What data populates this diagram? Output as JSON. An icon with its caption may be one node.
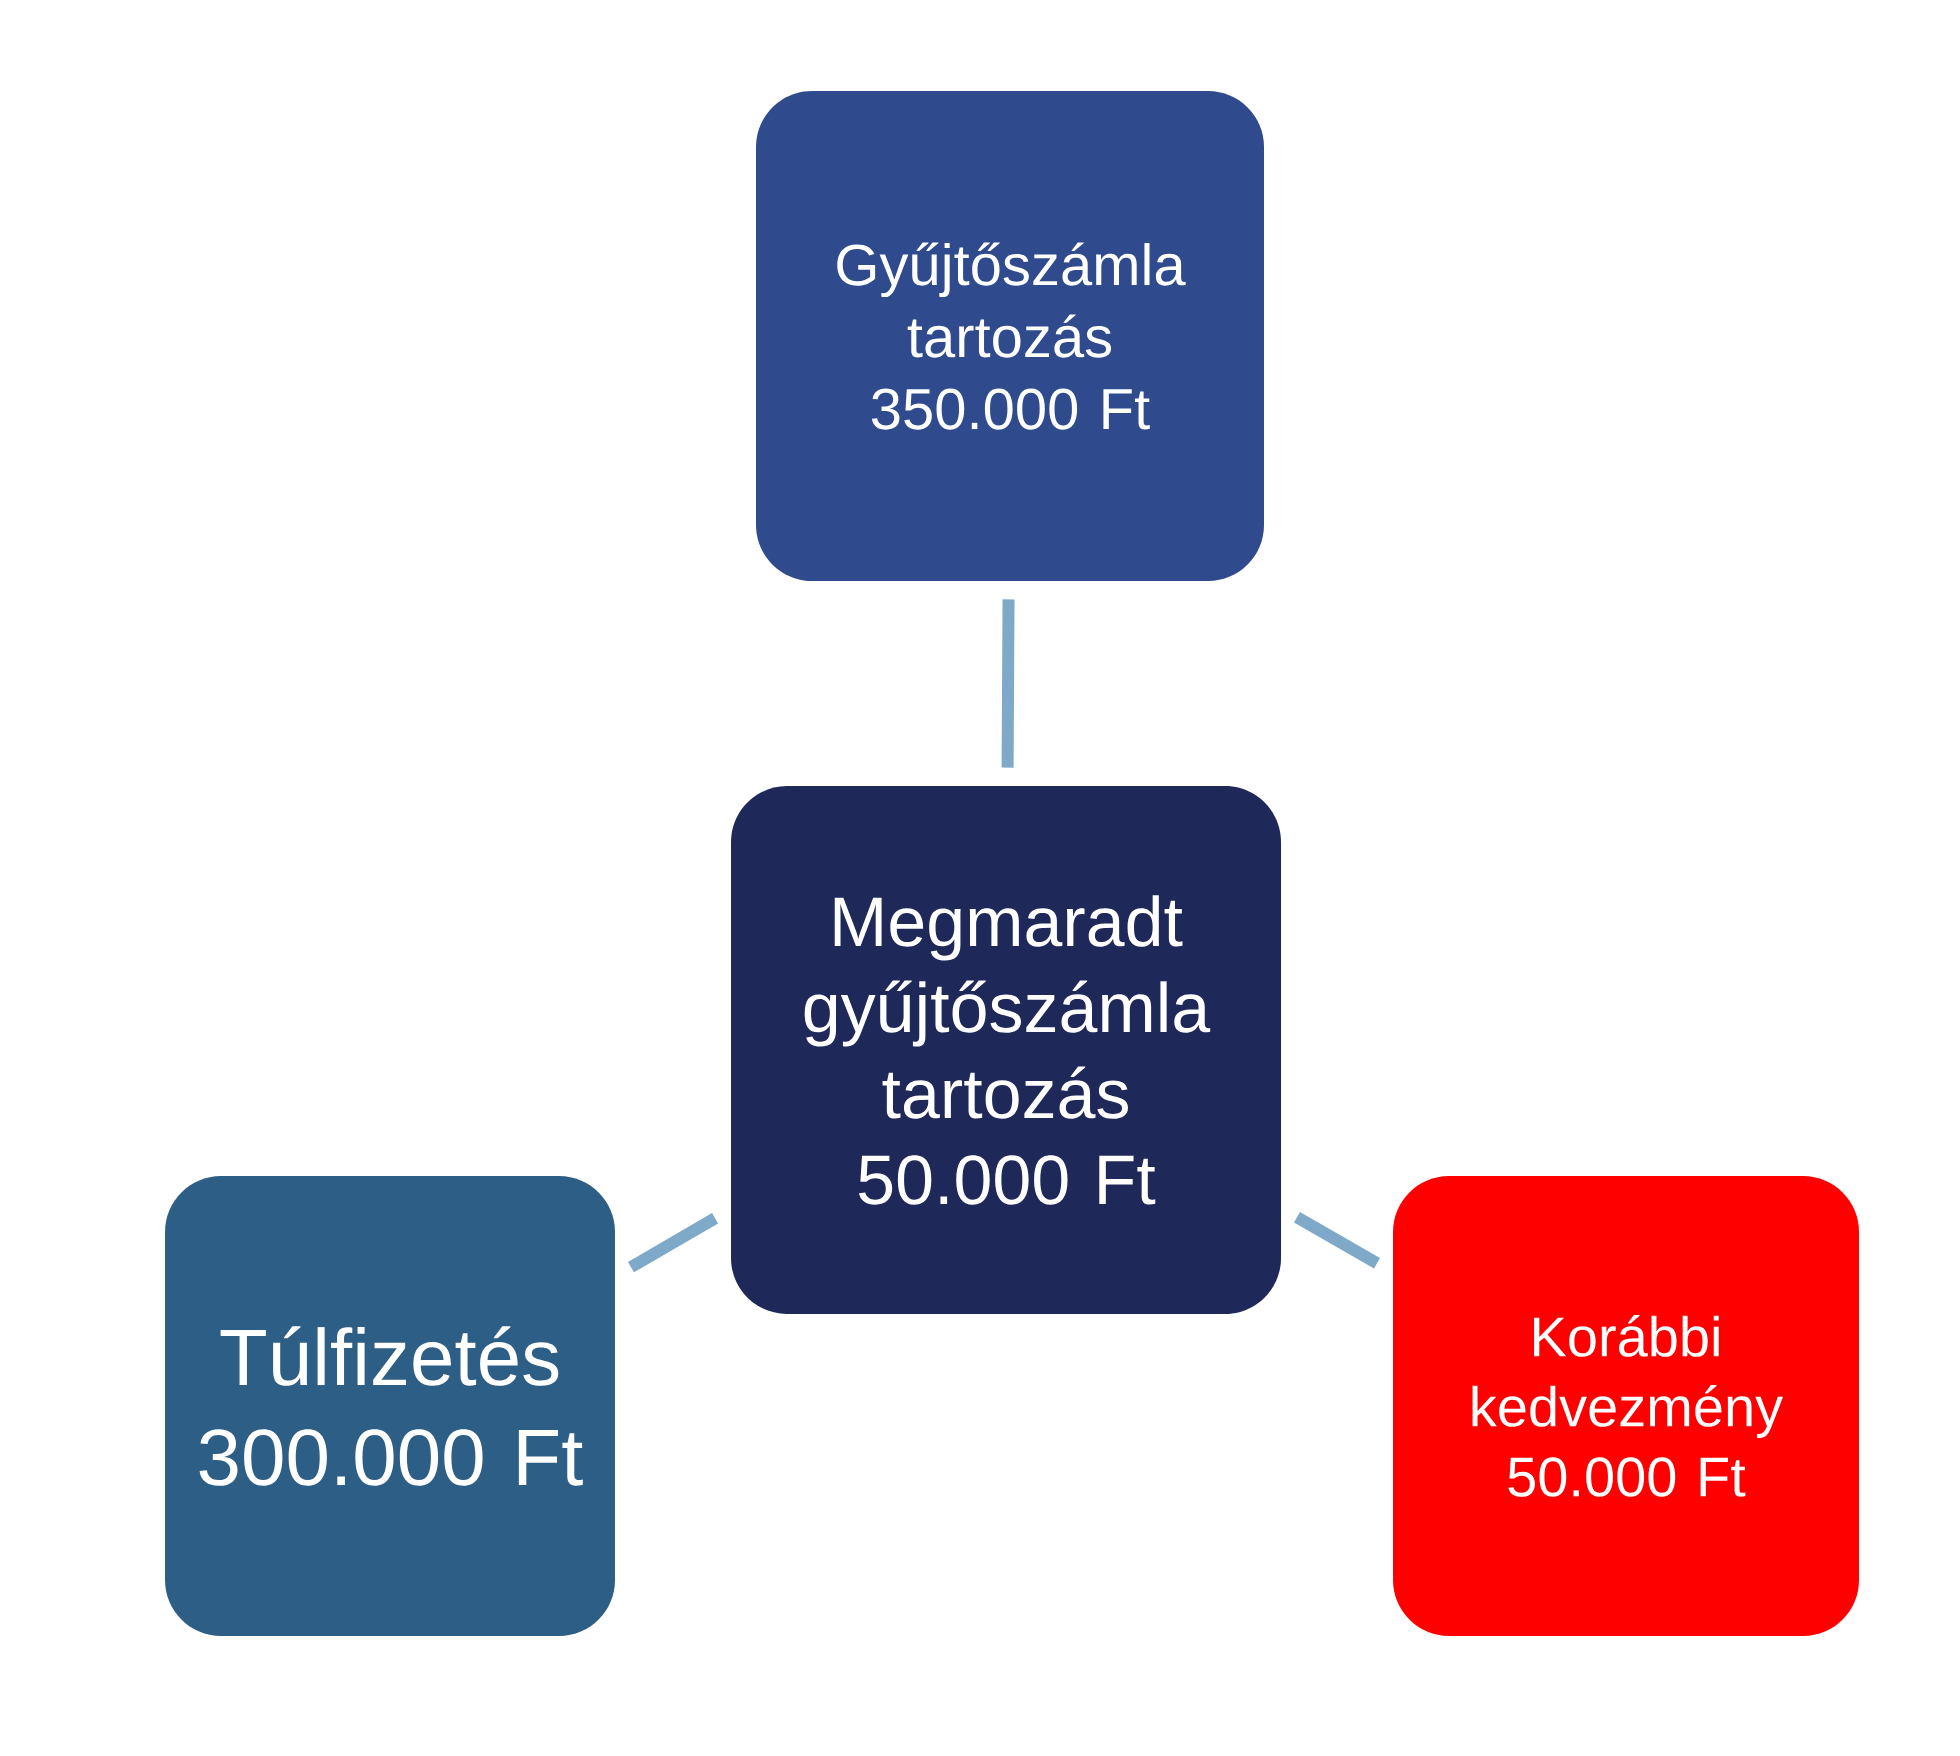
{
  "diagram": {
    "nodes": [
      {
        "text": [
          "Gyűjtőszámla tartozás 350.000 Ft"
        ]
      },
      {
        "text": [
          "Megmaradt gyűjtőszámla tartozás 50.000 Ft"
        ]
      },
      {
        "text": [
          "Túlfizetés 300.000 Ft"
        ]
      },
      {
        "text": [
          "Korábbi kedvezmény 50.000 Ft"
        ]
      }
    ],
    "edges": [
      {
        "from": 0,
        "to": 1,
        "arrow": "none"
      },
      {
        "from": 1,
        "to": 2,
        "arrow": "none"
      },
      {
        "from": 1,
        "to": 3,
        "arrow": "none"
      }
    ]
  }
}
